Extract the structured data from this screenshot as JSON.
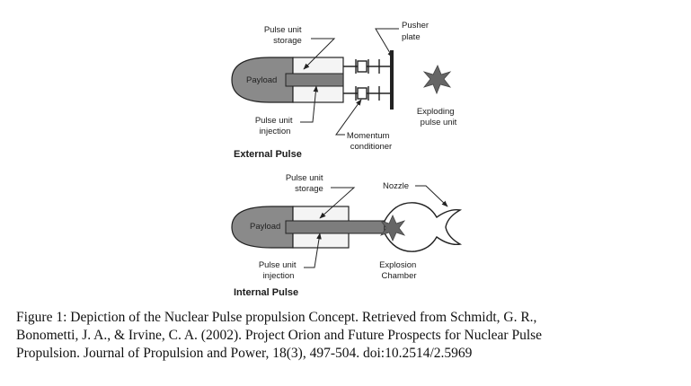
{
  "diagram": {
    "external": {
      "title": "External Pulse",
      "storage_label": [
        "Pulse unit",
        "storage"
      ],
      "payload_label": "Payload",
      "pusher_label": [
        "Pusher",
        "plate"
      ],
      "injection_label": [
        "Pulse unit",
        "injection"
      ],
      "momentum_label": [
        "Momentum",
        "conditioner"
      ],
      "exploding_label": [
        "Exploding",
        "pulse unit"
      ]
    },
    "internal": {
      "title": "Internal Pulse",
      "storage_label": [
        "Pulse unit",
        "storage"
      ],
      "payload_label": "Payload",
      "nozzle_label": "Nozzle",
      "injection_label": [
        "Pulse unit",
        "injection"
      ],
      "chamber_label": [
        "Explosion",
        "Chamber"
      ]
    },
    "colors": {
      "payload_fill": "#8a8a8a",
      "stroke": "#222222",
      "star": "#666666"
    }
  },
  "caption": {
    "lines": [
      "Figure 1: Depiction of the Nuclear Pulse propulsion Concept. Retrieved from Schmidt, G. R.,",
      "Bonometti, J. A., & Irvine, C. A. (2002). Project Orion and Future Prospects for Nuclear Pulse",
      "Propulsion. Journal of Propulsion and Power, 18(3), 497-504. doi:10.2514/2.5969"
    ]
  }
}
